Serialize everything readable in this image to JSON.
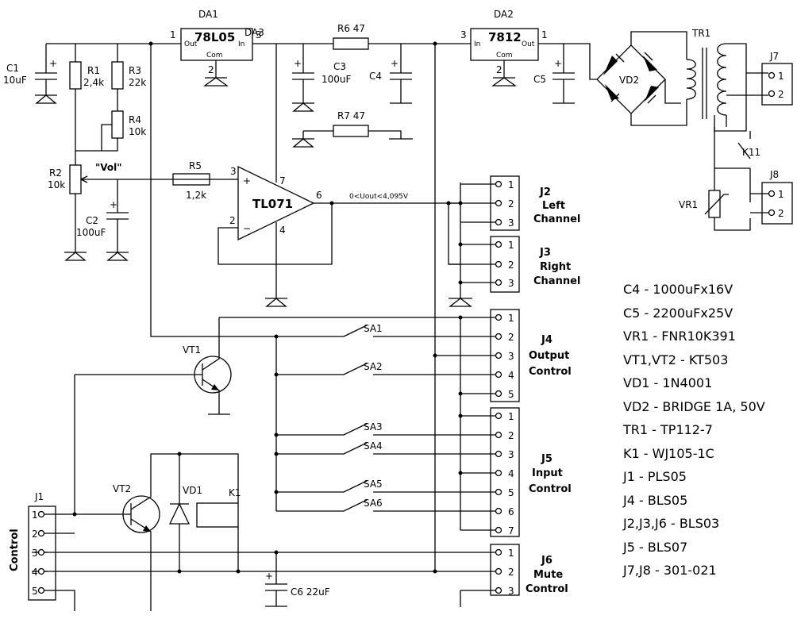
{
  "labels": {
    "DA1": "DA1",
    "DA1_part": "78L05",
    "DA1_out": "Out",
    "DA1_in": "In",
    "DA1_com": "Com",
    "DA2": "DA2",
    "DA2_part": "7812",
    "DA2_in": "In",
    "DA2_out": "Out",
    "DA2_com": "Com",
    "DA3": "DA3",
    "DA3_part": "TL071",
    "pin1": "1",
    "pin2": "2",
    "pin3": "3",
    "pin4": "4",
    "pin5": "5",
    "pin6": "6",
    "pin7": "7",
    "C1": "C1",
    "C1_val": "10uF",
    "R1": "R1",
    "R1_val": "2,4k",
    "R3": "R3",
    "R3_val": "22k",
    "R4": "R4",
    "R4_val": "10k",
    "R2": "R2",
    "R2_val": "10k",
    "vol": "\"Vol\"",
    "C2": "C2",
    "C2_val": "100uF",
    "R5": "R5",
    "R5_val": "1,2k",
    "R6": "R6 47",
    "R7": "R7 47",
    "C3": "C3",
    "C3_val": "100uF",
    "C4": "C4",
    "C5": "C5",
    "VD2": "VD2",
    "TR1": "TR1",
    "K11": "K11",
    "VR1": "VR1",
    "J7": "J7",
    "J8": "J8",
    "vout": "0<Uout<4,095V",
    "J2": "J2",
    "J2_l1": "Left",
    "J2_l2": "Channel",
    "J3": "J3",
    "J3_l1": "Right",
    "J3_l2": "Channel",
    "J4": "J4",
    "J4_l1": "Output",
    "J4_l2": "Control",
    "J5": "J5",
    "J5_l1": "Input",
    "J5_l2": "Control",
    "J6": "J6",
    "J6_l1": "Mute",
    "J6_l2": "Control",
    "J1": "J1",
    "control": "Control",
    "VT1": "VT1",
    "VT2": "VT2",
    "VD1": "VD1",
    "K1": "K1",
    "SA1": "SA1",
    "SA2": "SA2",
    "SA3": "SA3",
    "SA4": "SA4",
    "SA5": "SA5",
    "SA6": "SA6",
    "C6": "C6 22uF",
    "plus": "+",
    "minus": "−"
  },
  "parts_list": [
    "C4 - 1000uFx16V",
    "C5 - 2200uFx25V",
    "VR1 - FNR10K391",
    "VT1,VT2 - KT503",
    "VD1 - 1N4001",
    "VD2 - BRIDGE 1A, 50V",
    "TR1 - TP112-7",
    "K1 - WJ105-1C",
    "J1 - PLS05",
    "J4 - BLS05",
    "J2,J3,J6 - BLS03",
    "J5 - BLS07",
    "J7,J8 - 301-021"
  ]
}
